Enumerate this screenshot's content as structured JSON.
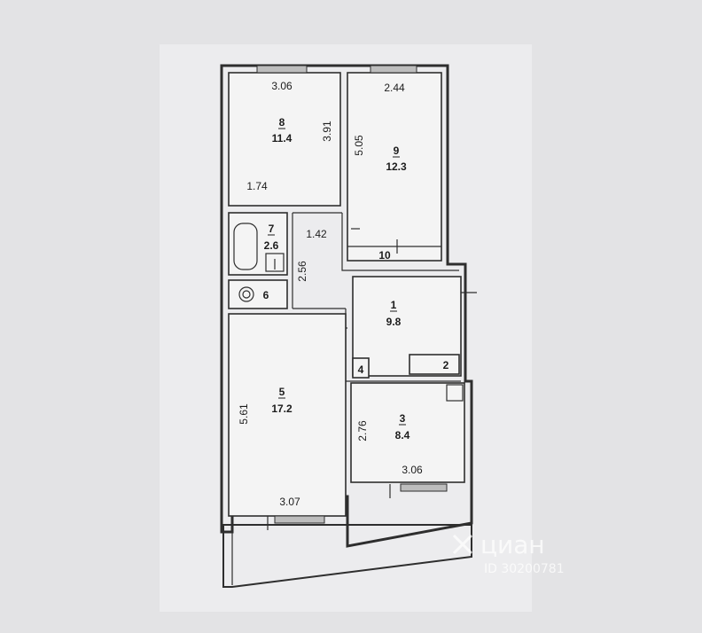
{
  "rooms": [
    {
      "id": "8",
      "area": "11.4"
    },
    {
      "id": "9",
      "area": "12.3"
    },
    {
      "id": "7",
      "area": "2.6"
    },
    {
      "id": "6",
      "area": ""
    },
    {
      "id": "1",
      "area": "9.8"
    },
    {
      "id": "2",
      "area": ""
    },
    {
      "id": "4",
      "area": ""
    },
    {
      "id": "5",
      "area": "17.2"
    },
    {
      "id": "3",
      "area": "8.4"
    },
    {
      "id": "10",
      "area": ""
    }
  ],
  "dimensions": {
    "room8_top": "3.06",
    "room8_side": "3.91",
    "room8_bottom": "1.74",
    "room9_top": "2.44",
    "room9_side": "5.05",
    "corridor_width": "1.42",
    "corridor_length": "2.56",
    "room5_side": "5.61",
    "room5_bottom": "3.07",
    "room3_side": "2.76",
    "room3_bottom": "3.06"
  },
  "watermark": {
    "brand": "циан",
    "id_text": "ID 302007​81"
  }
}
